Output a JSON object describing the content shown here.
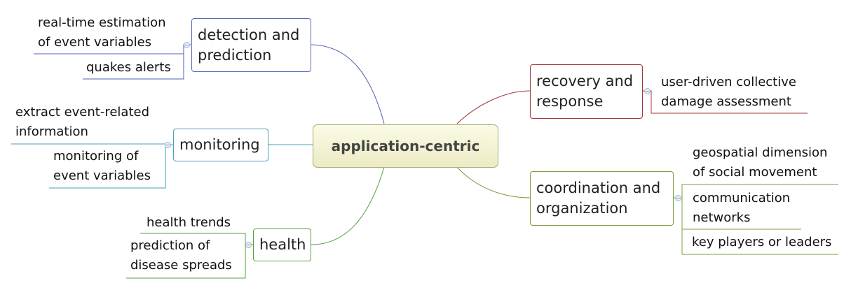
{
  "central_topic": "application-centric",
  "colors": {
    "detection": "#5060b0",
    "monitoring": "#4aa0b8",
    "health": "#55a040",
    "recovery": "#a03838",
    "coordination": "#7aa040"
  },
  "branches": {
    "detection": {
      "label": "detection and\nprediction",
      "leaves": [
        "real-time estimation\nof event variables",
        "quakes alerts"
      ]
    },
    "monitoring": {
      "label": "monitoring",
      "leaves": [
        "extract event-related\ninformation",
        "monitoring of\nevent variables"
      ]
    },
    "health": {
      "label": "health",
      "leaves": [
        "health trends",
        "prediction of\ndisease spreads"
      ]
    },
    "recovery": {
      "label": "recovery and\nresponse",
      "leaves": [
        "user-driven collective\ndamage assessment"
      ]
    },
    "coordination": {
      "label": "coordination and\norganization",
      "leaves": [
        "geospatial dimension\nof social movement",
        "communication\nnetworks",
        "key players or leaders"
      ]
    }
  }
}
